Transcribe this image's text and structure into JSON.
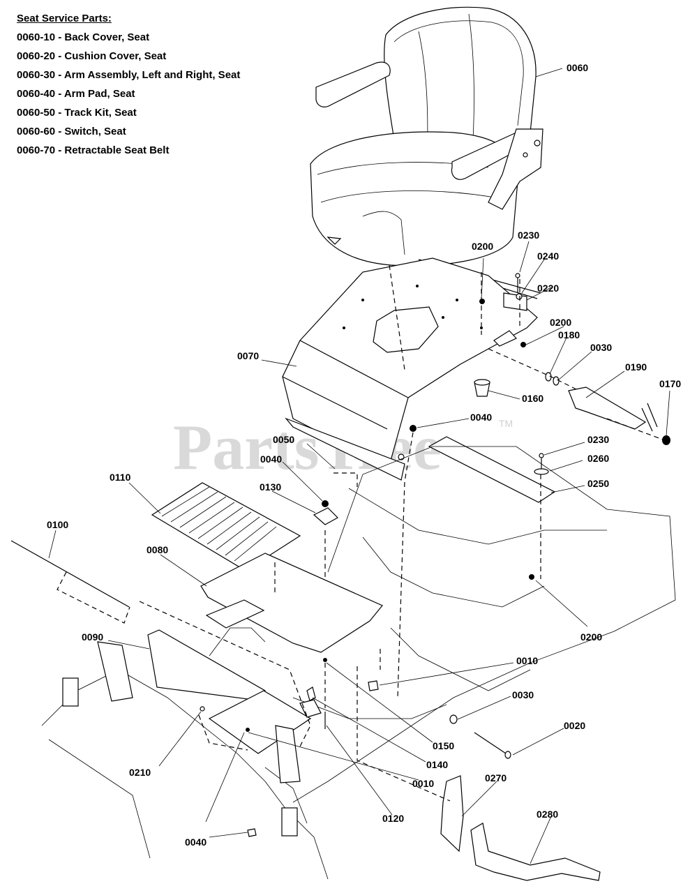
{
  "legend": {
    "title": "Seat Service Parts:",
    "items": [
      "0060-10 - Back Cover, Seat",
      "0060-20 - Cushion Cover, Seat",
      "0060-30 - Arm Assembly, Left and Right, Seat",
      "0060-40 - Arm Pad, Seat",
      "0060-50 - Track Kit, Seat",
      "0060-60 - Switch, Seat",
      "0060-70 - Retractable Seat Belt"
    ]
  },
  "watermark": {
    "text": "PartsTree",
    "tm": "TM"
  },
  "callouts": {
    "c0060": "0060",
    "c0200a": "0200",
    "c0230a": "0230",
    "c0240": "0240",
    "c0220": "0220",
    "c0200b": "0200",
    "c0180": "0180",
    "c0030a": "0030",
    "c0070": "0070",
    "c0190": "0190",
    "c0170": "0170",
    "c0160": "0160",
    "c0040a": "0040",
    "c0050": "0050",
    "c0230b": "0230",
    "c0040b": "0040",
    "c0260": "0260",
    "c0110": "0110",
    "c0130": "0130",
    "c0250": "0250",
    "c0100": "0100",
    "c0080": "0080",
    "c0200c": "0200",
    "c0090": "0090",
    "c0010a": "0010",
    "c0030b": "0030",
    "c0020": "0020",
    "c0210": "0210",
    "c0150": "0150",
    "c0140": "0140",
    "c0010b": "0010",
    "c0270": "0270",
    "c0280": "0280",
    "c0120": "0120",
    "c0040c": "0040"
  }
}
